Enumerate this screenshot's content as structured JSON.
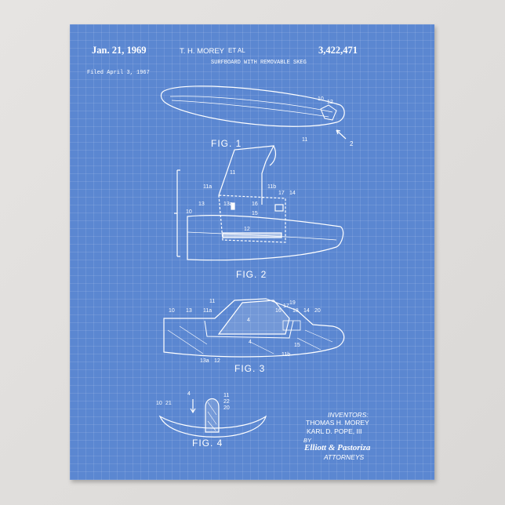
{
  "header": {
    "date": "Jan. 21, 1969",
    "inventor": "T. H. MOREY",
    "et_al": "ET AL",
    "patent_number": "3,422,471",
    "title": "SURFBOARD WITH REMOVABLE SKEG",
    "filed": "Filed April 3, 1967"
  },
  "figures": {
    "fig1": {
      "label": "FIG. 1",
      "refs": [
        "10",
        "12",
        "11",
        "2"
      ]
    },
    "fig2": {
      "label": "FIG. 2",
      "refs": [
        "11",
        "11a",
        "11b",
        "17",
        "14",
        "13",
        "13a",
        "16",
        "15",
        "10",
        "12"
      ]
    },
    "fig3": {
      "label": "FIG. 3",
      "refs": [
        "11",
        "10",
        "13",
        "11a",
        "4",
        "16",
        "17",
        "19",
        "18",
        "14",
        "20",
        "4",
        "13a",
        "12",
        "11b",
        "15"
      ]
    },
    "fig4": {
      "label": "FIG. 4",
      "refs": [
        "11",
        "22",
        "20",
        "10",
        "21",
        "4"
      ]
    }
  },
  "signature": {
    "inventors_heading": "INVENTORS:",
    "inventor1": "THOMAS H. MOREY",
    "inventor2": "KARL D. POPE, III",
    "by": "BY",
    "firm": "Elliott & Pastoriza",
    "attorneys": "ATTORNEYS"
  },
  "colors": {
    "paper": "#5b87d1",
    "ink": "#ffffff",
    "wall": "#e2e0de"
  }
}
